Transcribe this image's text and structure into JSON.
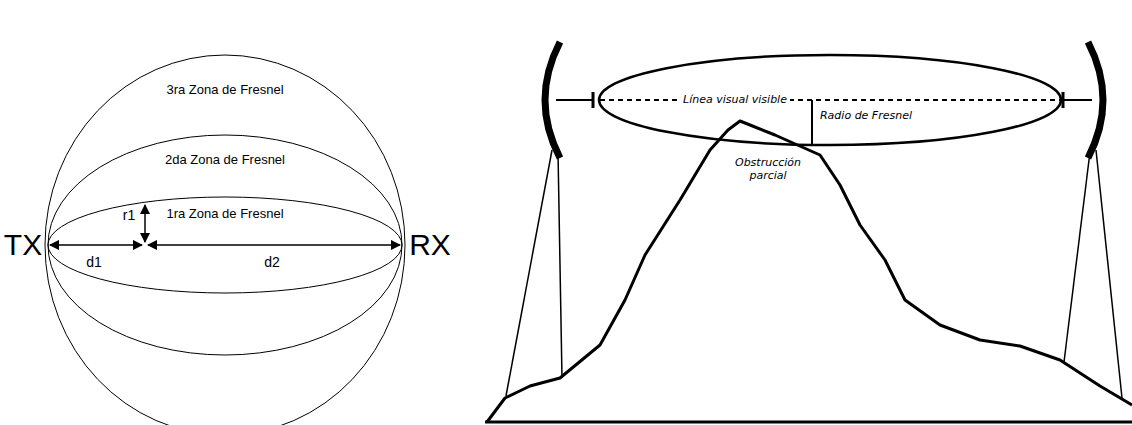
{
  "diagram": {
    "labels": [
      "3ra Zona de Fresnel",
      "2da Zona de Fresnel",
      "1ra Zona de Fresnel",
      "r1",
      "TX",
      "RX",
      "d1",
      "d2",
      "Línea visual visible",
      "Radio de Fresnel",
      "Obstrucción parcial"
    ]
  }
}
